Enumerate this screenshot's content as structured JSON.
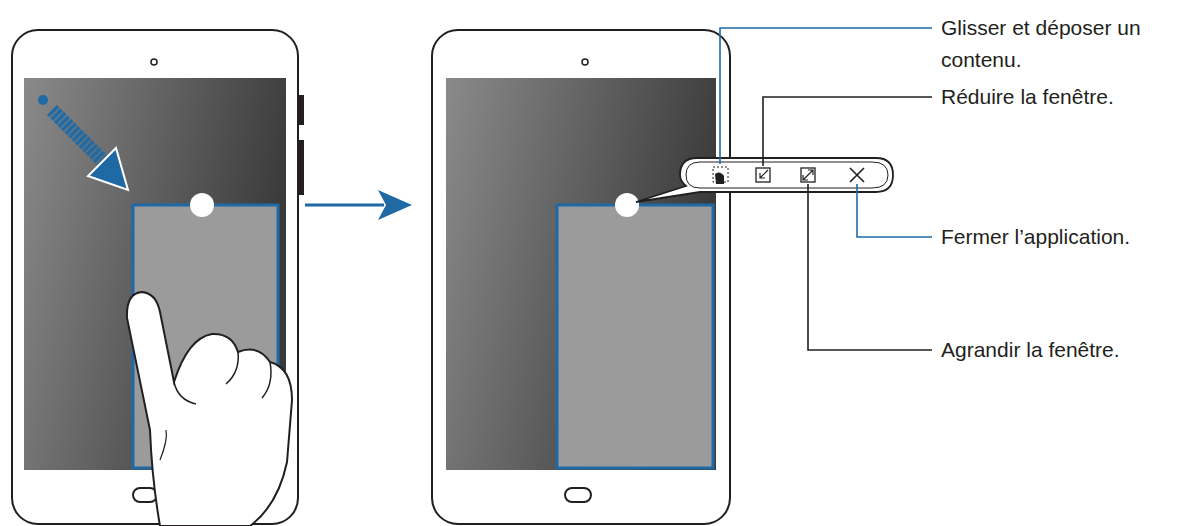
{
  "diagram": {
    "labels": [
      "Glisser et déposer un contenu.",
      "Réduire la fenêtre.",
      "Fermer l’application.",
      "Agrandir la fenêtre."
    ]
  }
}
